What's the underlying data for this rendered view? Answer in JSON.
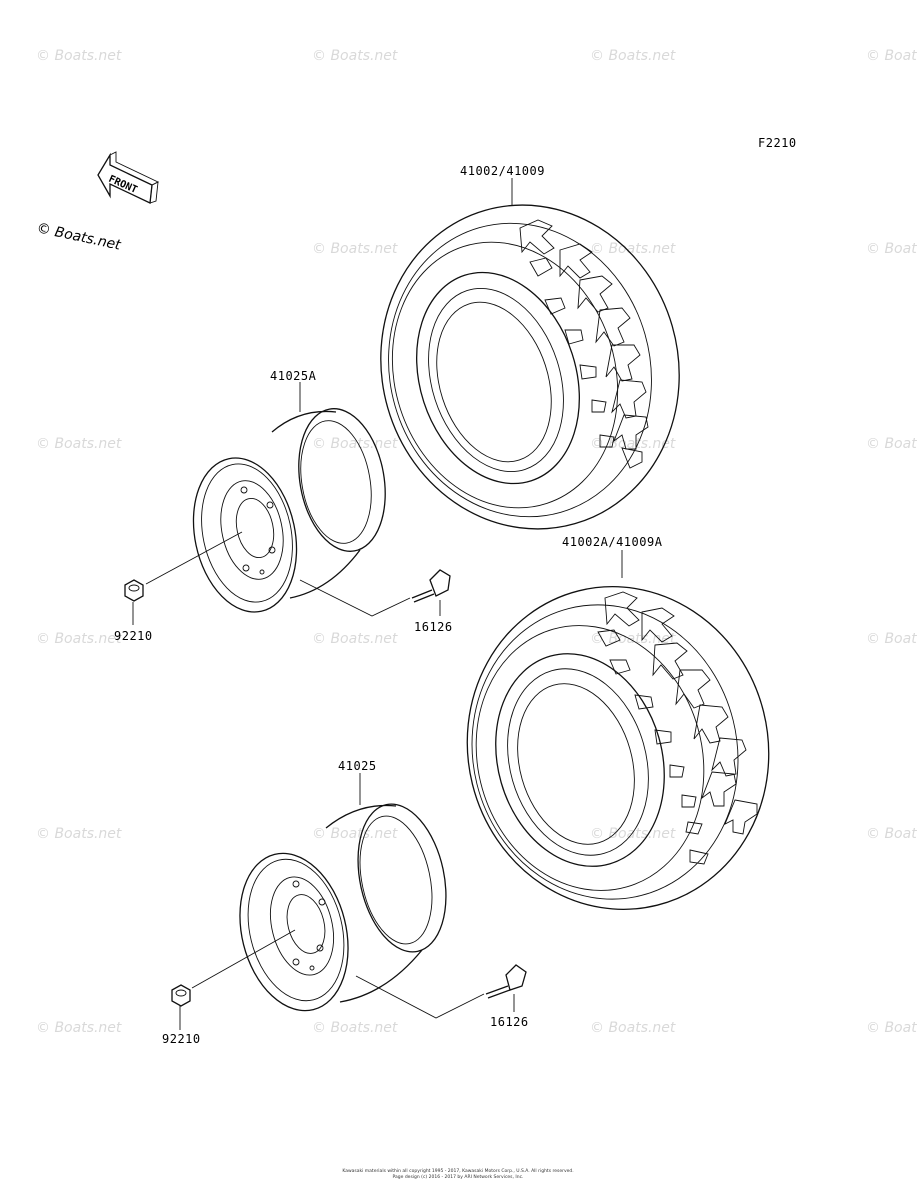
{
  "diagram": {
    "figure_code": "F2210",
    "front_label": "FRONT",
    "copyright": "© Boats.net",
    "watermark": "© Boats.net",
    "parts": {
      "tire_rear": "41002/41009",
      "tire_front": "41002A/41009A",
      "wheel_upper": "41025A",
      "wheel_lower": "41025",
      "nut_upper": "92210",
      "nut_lower": "92210",
      "valve_upper": "16126",
      "valve_lower": "16126"
    },
    "footer": {
      "line1": "Kawasaki materials within all copyright 1995 - 2017, Kawasaki Motors Corp., U.S.A. All rights reserved.",
      "line2": "Page design (c) 2016 - 2017 by ARI Network Services, Inc."
    }
  }
}
